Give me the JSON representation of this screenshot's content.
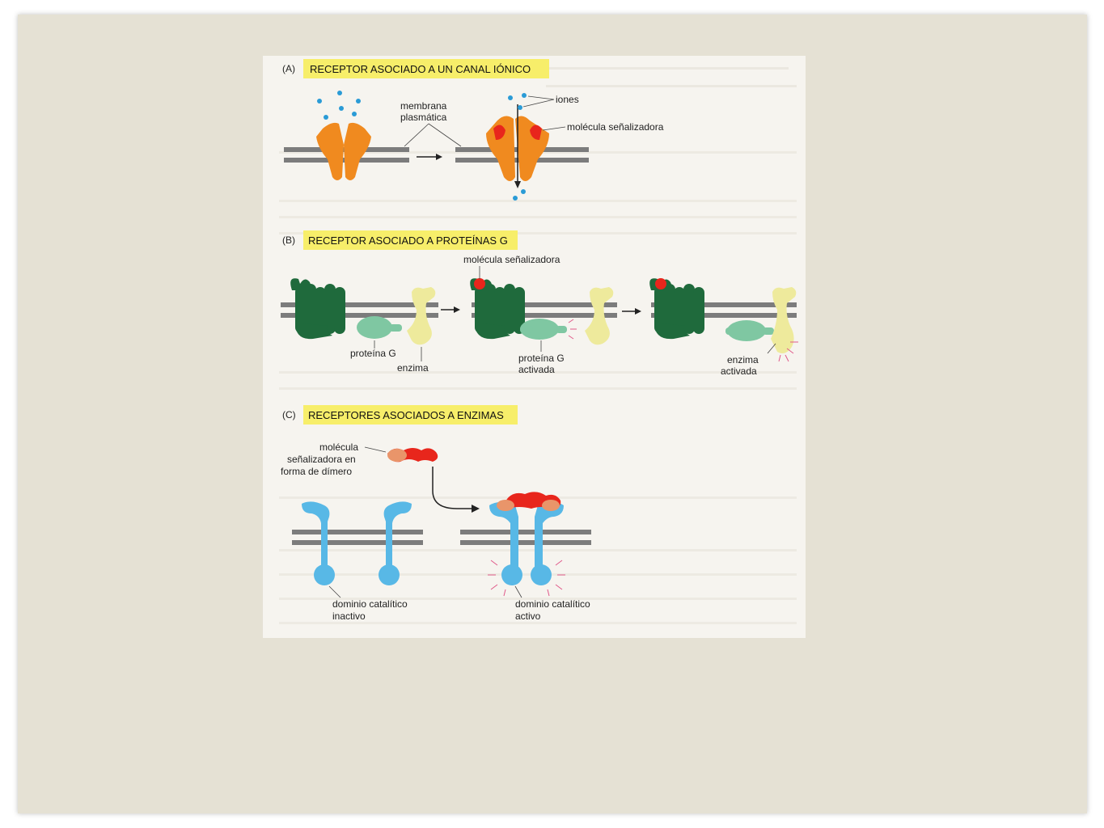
{
  "figure": {
    "panels": [
      {
        "letter": "(A)",
        "title": "RECEPTOR ASOCIADO A UN CANAL IÓNICO",
        "labels": {
          "membrane": [
            "membrana",
            "plasmática"
          ],
          "ions": "iones",
          "signal": "molécula señalizadora"
        }
      },
      {
        "letter": "(B)",
        "title": "RECEPTOR ASOCIADO A PROTEÍNAS G",
        "labels": {
          "signal": "molécula señalizadora",
          "gprotein": "proteína G",
          "enzyme": "enzima",
          "gprotein_active": [
            "proteína G",
            "activada"
          ],
          "enzyme_active": [
            "enzima",
            "activada"
          ]
        }
      },
      {
        "letter": "(C)",
        "title": "RECEPTORES ASOCIADOS A ENZIMAS",
        "labels": {
          "dimer": [
            "molécula",
            "señalizadora en",
            "forma de dímero"
          ],
          "inactive": [
            "dominio catalítico",
            "inactivo"
          ],
          "active": [
            "dominio catalítico",
            "activo"
          ]
        }
      }
    ]
  },
  "colors": {
    "slide_bg": "#e5e1d4",
    "panel_title_bg": "#f7ee6a",
    "membrane": "#7c7c7c",
    "ion_channel": "#f08a1f",
    "signal_red": "#e8261c",
    "ions": "#2a9bd6",
    "receptor_green": "#1f6a3c",
    "gprotein": "#7fc7a2",
    "enzyme": "#eeea9c",
    "enzyme_receptor": "#58b8e6",
    "dimer_light": "#e9956a"
  }
}
